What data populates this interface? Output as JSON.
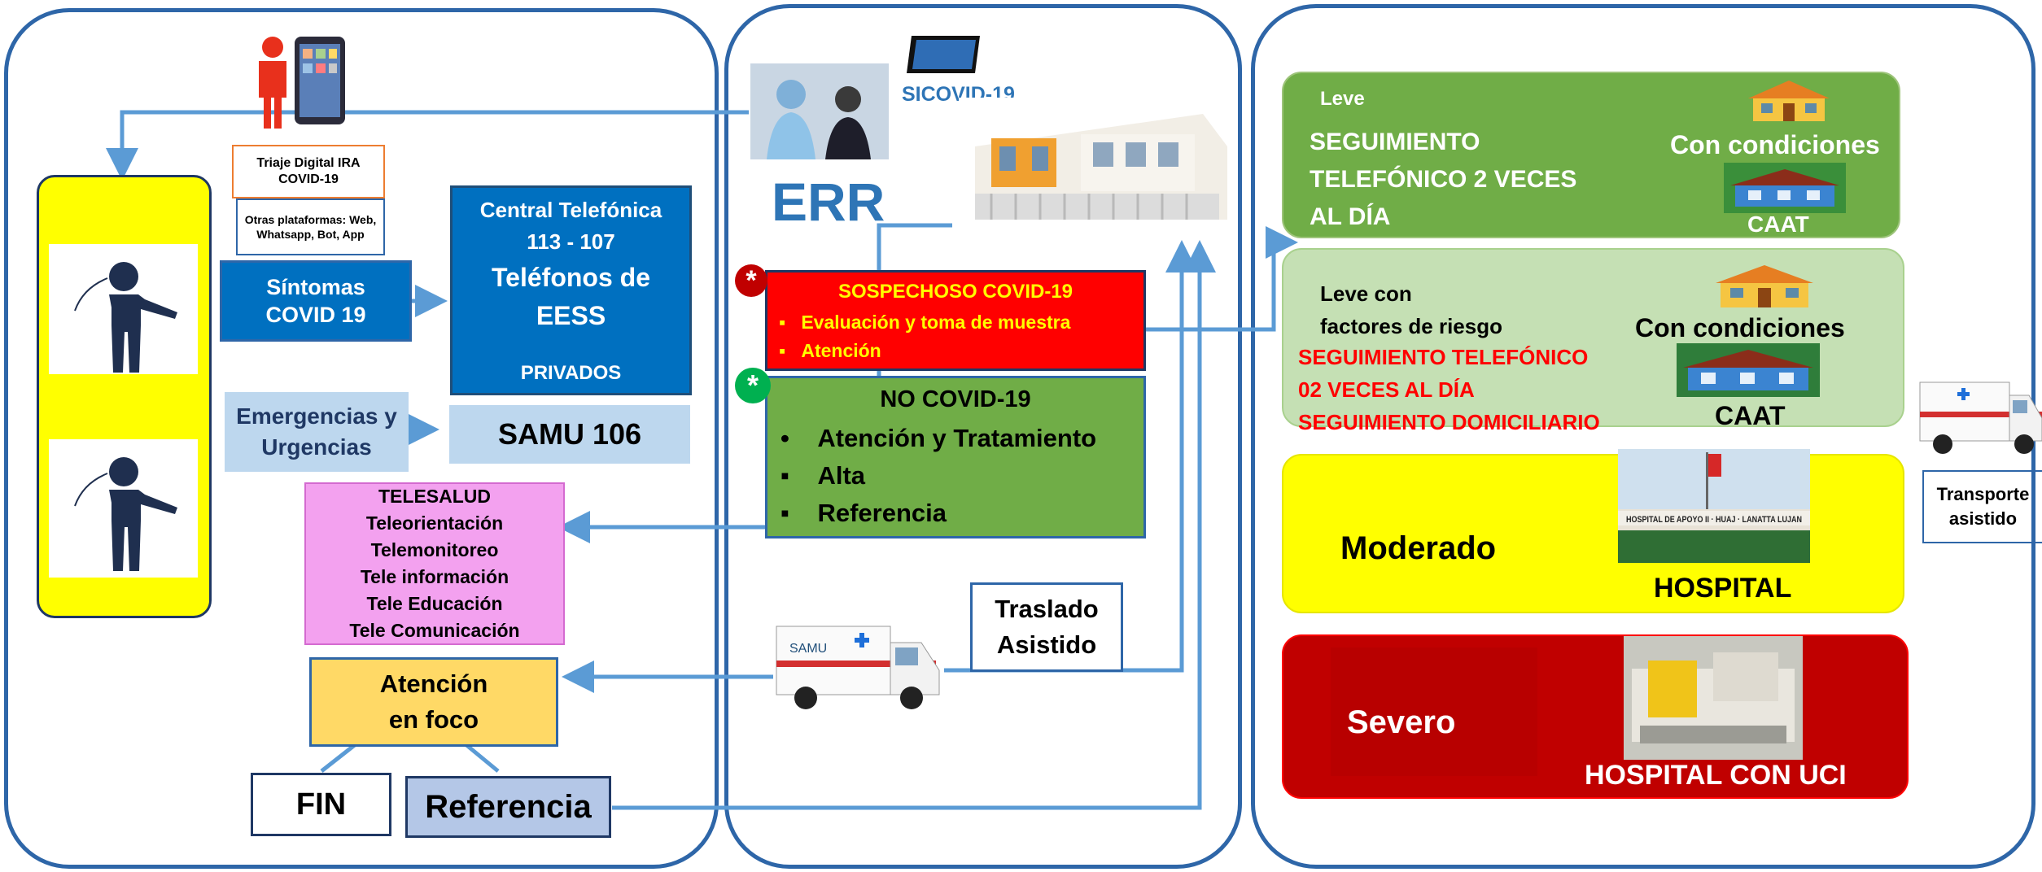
{
  "left": {
    "triage_label": "Triaje Digital IRA COVID-19",
    "platforms_label": "Otras plataformas: Web, Whatsapp, Bot, App",
    "symptoms_label": [
      "Síntomas",
      "COVID 19"
    ],
    "central_lines": [
      "Central  Telefónica",
      "113 - 107",
      "Teléfonos de",
      "EESS",
      "PRIVADOS"
    ],
    "emergencies_label": [
      "Emergencias y",
      "Urgencias"
    ],
    "samu_label": "SAMU 106",
    "telesalud_lines": [
      "TELESALUD",
      "Teleorientación",
      "Telemonitoreo",
      "Tele información",
      "Tele Educación",
      "Tele Comunicación"
    ],
    "focus_label": [
      "Atención",
      "en foco"
    ],
    "fin_label": "FIN",
    "referencia_label": "Referencia"
  },
  "middle": {
    "sicovid_label": "SICOVID-19",
    "err_label": "ERR",
    "sospechoso_title": "SOSPECHOSO COVID-19",
    "sospechoso_items": [
      "Evaluación y toma de muestra",
      "Atención"
    ],
    "no_covid_title": "NO COVID-19",
    "no_covid_items": [
      "Atención y Tratamiento",
      "Alta",
      "Referencia"
    ],
    "traslado_label": [
      "Traslado",
      "Asistido"
    ],
    "marker": "*"
  },
  "right": {
    "leve": {
      "title": "Leve",
      "follow_up": [
        "SEGUIMIENTO",
        "TELEFÓNICO  2 VECES",
        "AL DÍA"
      ],
      "conditions": "Con condiciones",
      "caat": "CAAT"
    },
    "leve_riesgo": {
      "title": [
        "Leve con",
        "factores de riesgo"
      ],
      "follow_up": [
        "SEGUIMIENTO TELEFÓNICO",
        "02 VECES AL DÍA",
        "SEGUIMIENTO DOMICILIARIO"
      ],
      "conditions": "Con condiciones",
      "caat": "CAAT"
    },
    "moderado": {
      "title": "Moderado",
      "facility": "HOSPITAL",
      "sign": "HOSPITAL DE APOYO II · HUAJ · LANATTA LUJAN"
    },
    "severo": {
      "title": "Severo",
      "facility": "HOSPITAL CON UCI"
    }
  },
  "transport_label": [
    "Transporte",
    "asistido"
  ],
  "colors": {
    "panel_border": "#2e66a8",
    "arrow": "#5b9bd5",
    "blue_box": "#0070c0",
    "green": "#70ad47",
    "light_green": "#c5e0b4",
    "yellow": "#ffff00",
    "red": "#c00000",
    "pink": "#f3a1ef",
    "orange": "#ffd966",
    "light_blue": "#bdd7ee"
  }
}
